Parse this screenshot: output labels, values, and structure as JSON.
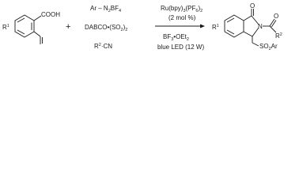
{
  "scheme": {
    "reactant_1": {
      "substituent": "R",
      "substituent_sup": "1",
      "group": "COOH"
    },
    "plus_sign": "+",
    "reagents": {
      "diazonium": {
        "ar": "Ar",
        "main": "N",
        "sub": "2",
        "tail": "BF",
        "tail_sub": "4"
      },
      "sulfur_source": {
        "main": "DABCO",
        "dot": "•",
        "paren_l": "(",
        "so": "SO",
        "so_sub": "2",
        "paren_r": ")",
        "outer_sub": "2"
      },
      "nitrile": {
        "r": "R",
        "r_sup": "2",
        "tail": "·CN"
      }
    },
    "conditions": {
      "catalyst": {
        "main": "Ru(bpy)",
        "sub1": "3",
        "mid": "(PF",
        "sub2": "6",
        "end": ")",
        "sub3": "2"
      },
      "loading": "(2 mol %)",
      "lewis_acid": {
        "main": "BF",
        "sub": "3",
        "tail": "•OEt",
        "tail_sub": "2"
      },
      "light": "blue LED (12 W)"
    },
    "product": {
      "substituent": "R",
      "substituent_sup": "1",
      "carbonyl_o": "O",
      "amide_n": "N",
      "acyl_o": "O",
      "acyl_r": "R",
      "acyl_r_sup": "2",
      "sulfonyl": {
        "main": "SO",
        "sub": "2",
        "tail": "Ar"
      }
    }
  },
  "colors": {
    "ink": "#1a1a1a",
    "background": "#ffffff"
  }
}
